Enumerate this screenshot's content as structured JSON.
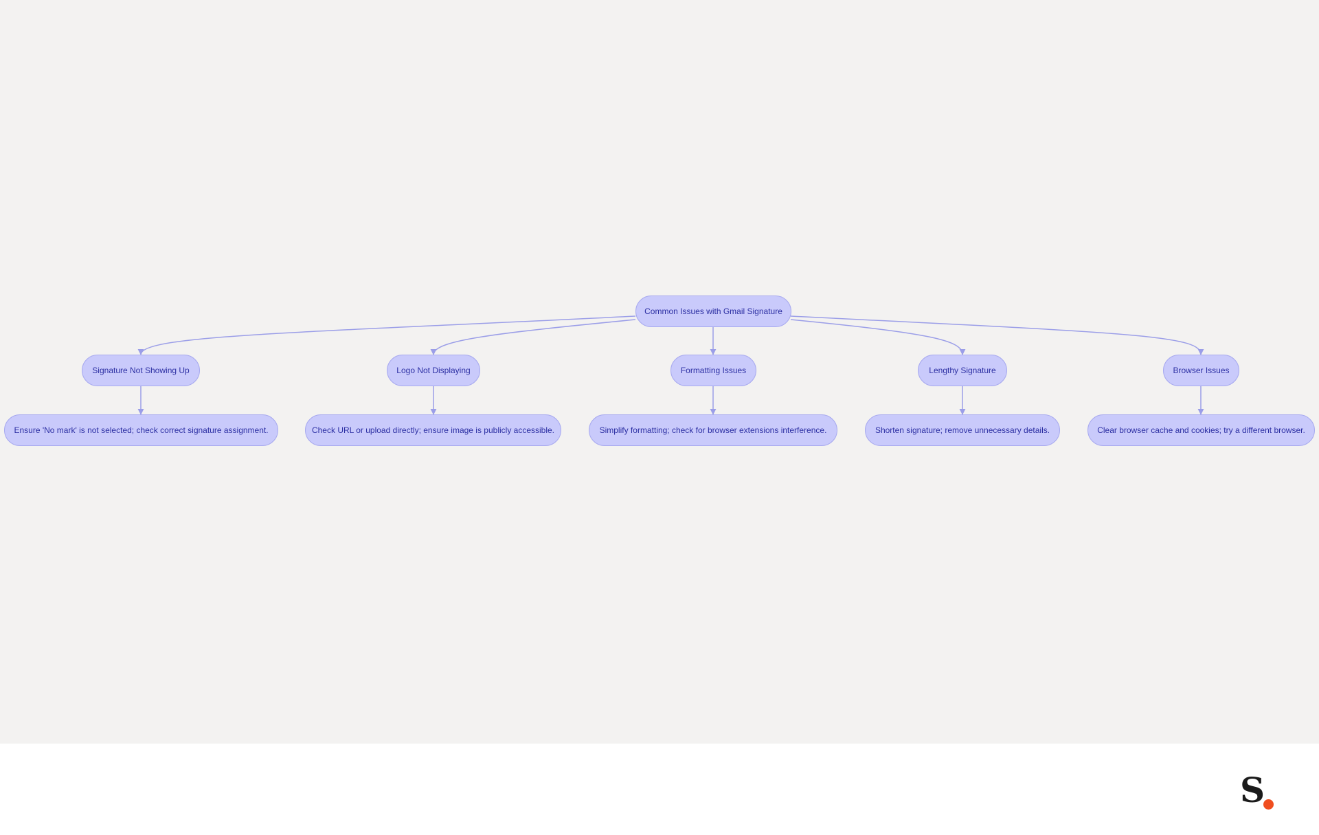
{
  "diagram": {
    "root": {
      "label": "Common Issues with Gmail Signature"
    },
    "branches": [
      {
        "issue": "Signature Not Showing Up",
        "solution": "Ensure 'No mark' is not selected; check correct signature assignment."
      },
      {
        "issue": "Logo Not Displaying",
        "solution": "Check URL or upload directly; ensure image is publicly accessible."
      },
      {
        "issue": "Formatting Issues",
        "solution": "Simplify formatting; check for browser extensions interference."
      },
      {
        "issue": "Lengthy Signature",
        "solution": "Shorten signature; remove unnecessary details."
      },
      {
        "issue": "Browser Issues",
        "solution": "Clear browser cache and cookies; try a different browser."
      }
    ]
  },
  "colors": {
    "canvas_background": "#f3f2f1",
    "node_fill": "#c9cafb",
    "node_border": "#a7a9ef",
    "node_text": "#2c2fa3",
    "edge": "#9b9ee8",
    "brand_dot": "#f04e1f"
  },
  "footer": {
    "logo_icon": "brand-s-logo-icon"
  }
}
